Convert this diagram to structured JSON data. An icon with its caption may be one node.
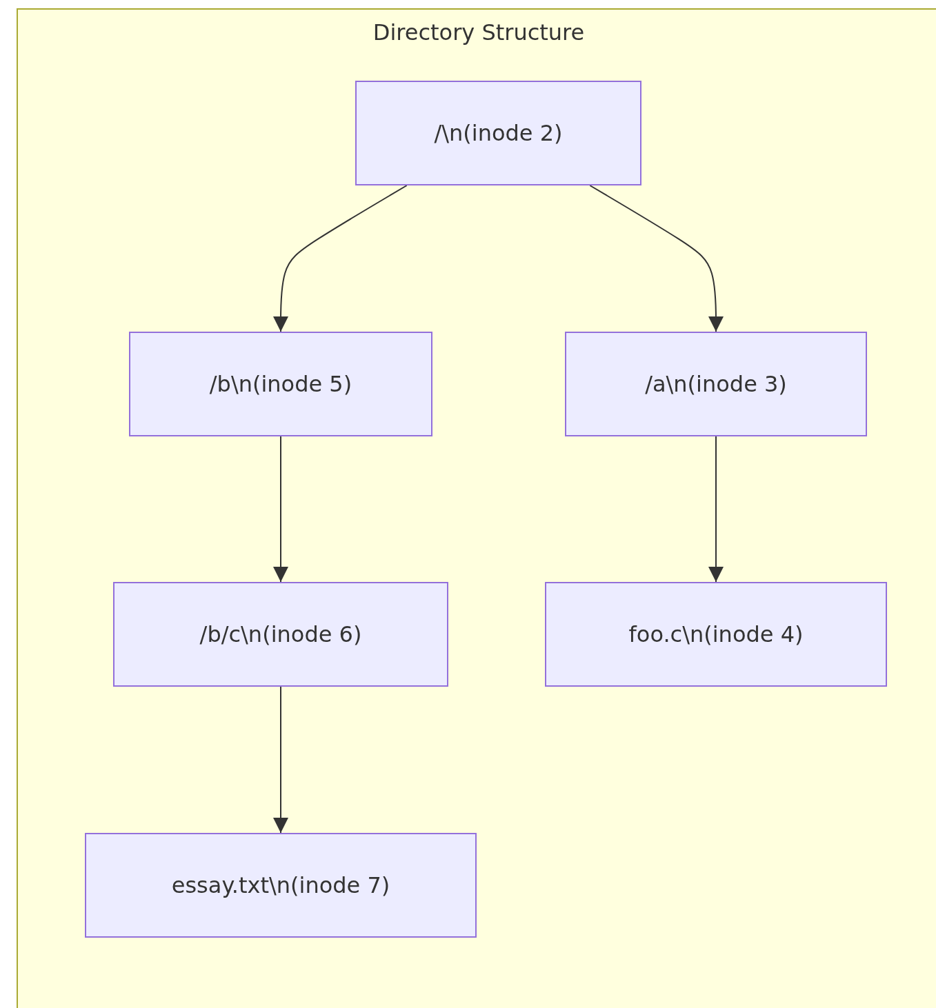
{
  "diagram": {
    "nodes": [
      {
        "text": [
          "Directory Structure"
        ]
      },
      {
        "text": [
          "/\\n(inode 2)"
        ],
        "in": 0
      },
      {
        "text": [
          "/b\\n(inode 5)"
        ],
        "in": 0
      },
      {
        "text": [
          "/a\\n(inode 3)"
        ],
        "in": 0
      },
      {
        "text": [
          "/b/c\\n(inode 6)"
        ],
        "in": 0
      },
      {
        "text": [
          "foo.c\\n(inode 4)"
        ],
        "in": 0
      },
      {
        "text": [
          "essay.txt\\n(inode 7)"
        ],
        "in": 0
      }
    ],
    "edges": [
      {
        "from": 1,
        "to": 2,
        "arrow": "to"
      },
      {
        "from": 1,
        "to": 3,
        "arrow": "to"
      },
      {
        "from": 2,
        "to": 4,
        "arrow": "to"
      },
      {
        "from": 3,
        "to": 5,
        "arrow": "to"
      },
      {
        "from": 4,
        "to": 6,
        "arrow": "to"
      }
    ]
  }
}
